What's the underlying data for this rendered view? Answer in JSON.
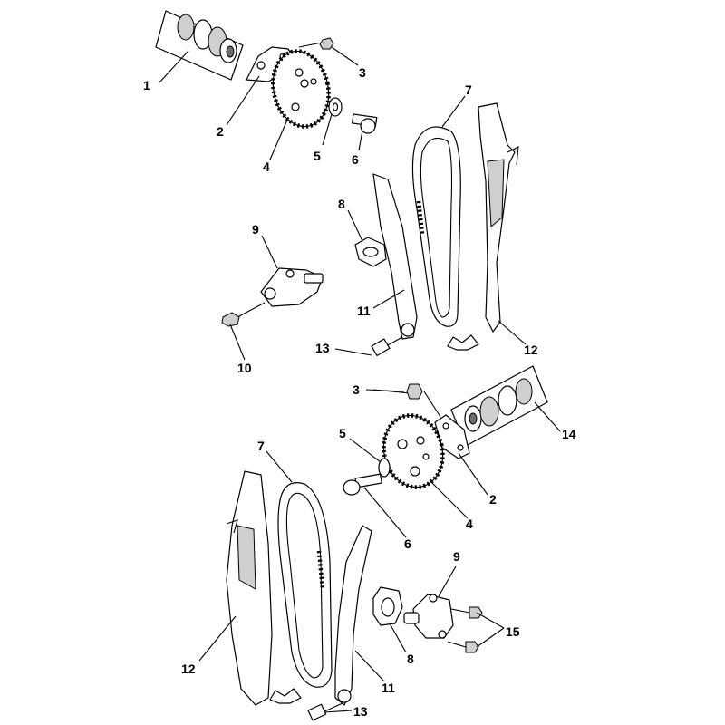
{
  "diagram": {
    "callouts": [
      {
        "id": "c1",
        "text": "1"
      },
      {
        "id": "c2a",
        "text": "2"
      },
      {
        "id": "c3a",
        "text": "3"
      },
      {
        "id": "c4a",
        "text": "4"
      },
      {
        "id": "c5a",
        "text": "5"
      },
      {
        "id": "c6a",
        "text": "6"
      },
      {
        "id": "c7a",
        "text": "7"
      },
      {
        "id": "c8a",
        "text": "8"
      },
      {
        "id": "c9a",
        "text": "9"
      },
      {
        "id": "c10",
        "text": "10"
      },
      {
        "id": "c11a",
        "text": "11"
      },
      {
        "id": "c12a",
        "text": "12"
      },
      {
        "id": "c13a",
        "text": "13"
      },
      {
        "id": "c3b",
        "text": "3"
      },
      {
        "id": "c14",
        "text": "14"
      },
      {
        "id": "c5b",
        "text": "5"
      },
      {
        "id": "c2b",
        "text": "2"
      },
      {
        "id": "c7b",
        "text": "7"
      },
      {
        "id": "c4b",
        "text": "4"
      },
      {
        "id": "c6b",
        "text": "6"
      },
      {
        "id": "c9b",
        "text": "9"
      },
      {
        "id": "c15",
        "text": "15"
      },
      {
        "id": "c12b",
        "text": "12"
      },
      {
        "id": "c8b",
        "text": "8"
      },
      {
        "id": "c11b",
        "text": "11"
      },
      {
        "id": "c13b",
        "text": "13"
      }
    ]
  }
}
